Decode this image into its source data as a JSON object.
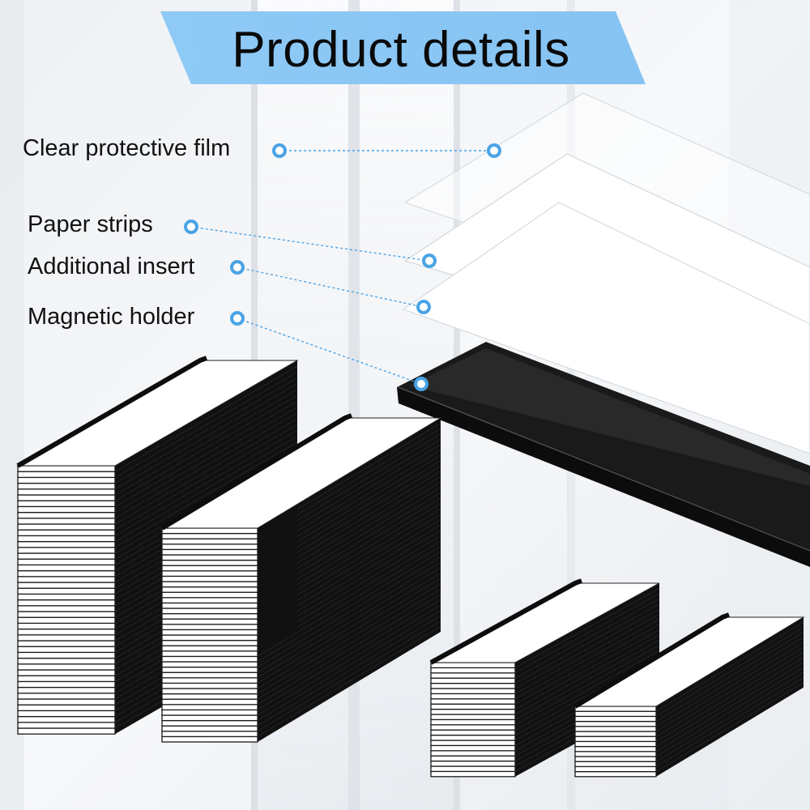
{
  "banner": {
    "title": "Product details",
    "color": "#8cc8f5"
  },
  "callouts": [
    {
      "label": "Clear protective film"
    },
    {
      "label": "Paper strips"
    },
    {
      "label": "Additional insert"
    },
    {
      "label": "Magnetic holder"
    }
  ],
  "colors": {
    "background": "#f3f5f7",
    "callout_accent": "#4aa3e6",
    "holder_black": "#141414",
    "card_white": "#ffffff"
  }
}
